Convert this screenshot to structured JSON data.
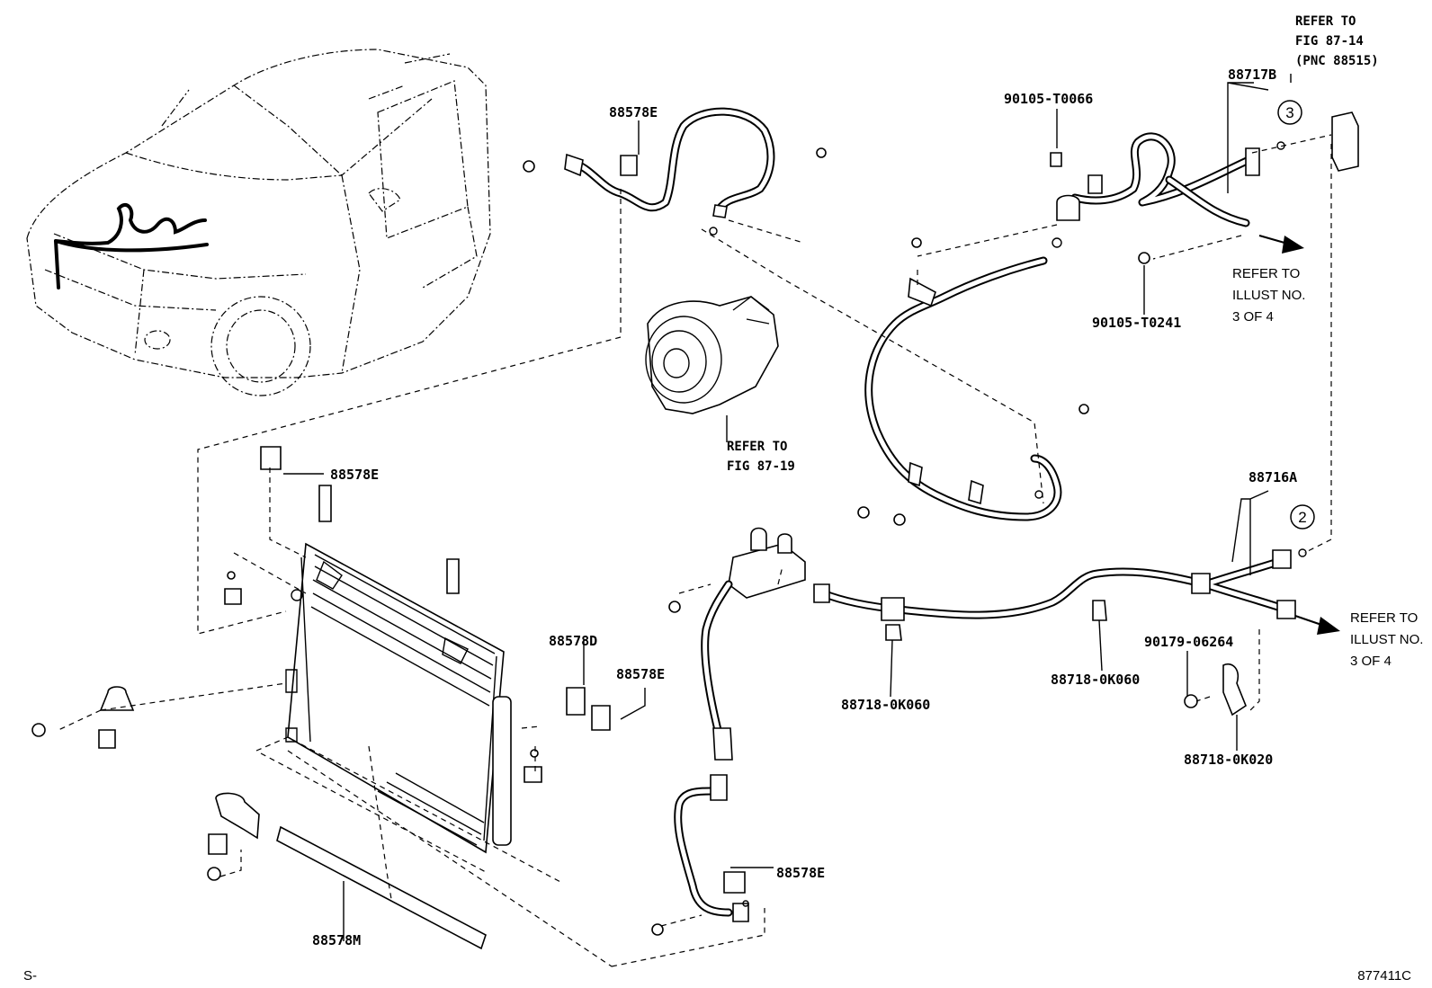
{
  "part_numbers": {
    "p88578e_top": "88578E",
    "p88578e_cond": "88578E",
    "p88578d": "88578D",
    "p88578e_mid": "88578E",
    "p88578e_bottom": "88578E",
    "p88578m": "88578M",
    "p90105_t0066": "90105-T0066",
    "p88717b": "88717B",
    "p90105_t0241": "90105-T0241",
    "p88716a": "88716A",
    "p90179_06264": "90179-06264",
    "p88718_0k060_a": "88718-0K060",
    "p88718_0k060_b": "88718-0K060",
    "p88718_0k020": "88718-0K020"
  },
  "refs": {
    "fig_87_14": [
      "REFER TO",
      "FIG 87-14",
      "(PNC 88515)"
    ],
    "fig_87_19": [
      "REFER TO",
      "FIG 87-19"
    ],
    "illust_upper": [
      "REFER TO",
      "ILLUST NO.",
      "3 OF 4"
    ],
    "illust_lower": [
      "REFER TO",
      "ILLUST NO.",
      "3 OF 4"
    ]
  },
  "markers": {
    "m2": "2",
    "m3": "3"
  },
  "corner": {
    "left": "S-",
    "right": "877411C"
  }
}
